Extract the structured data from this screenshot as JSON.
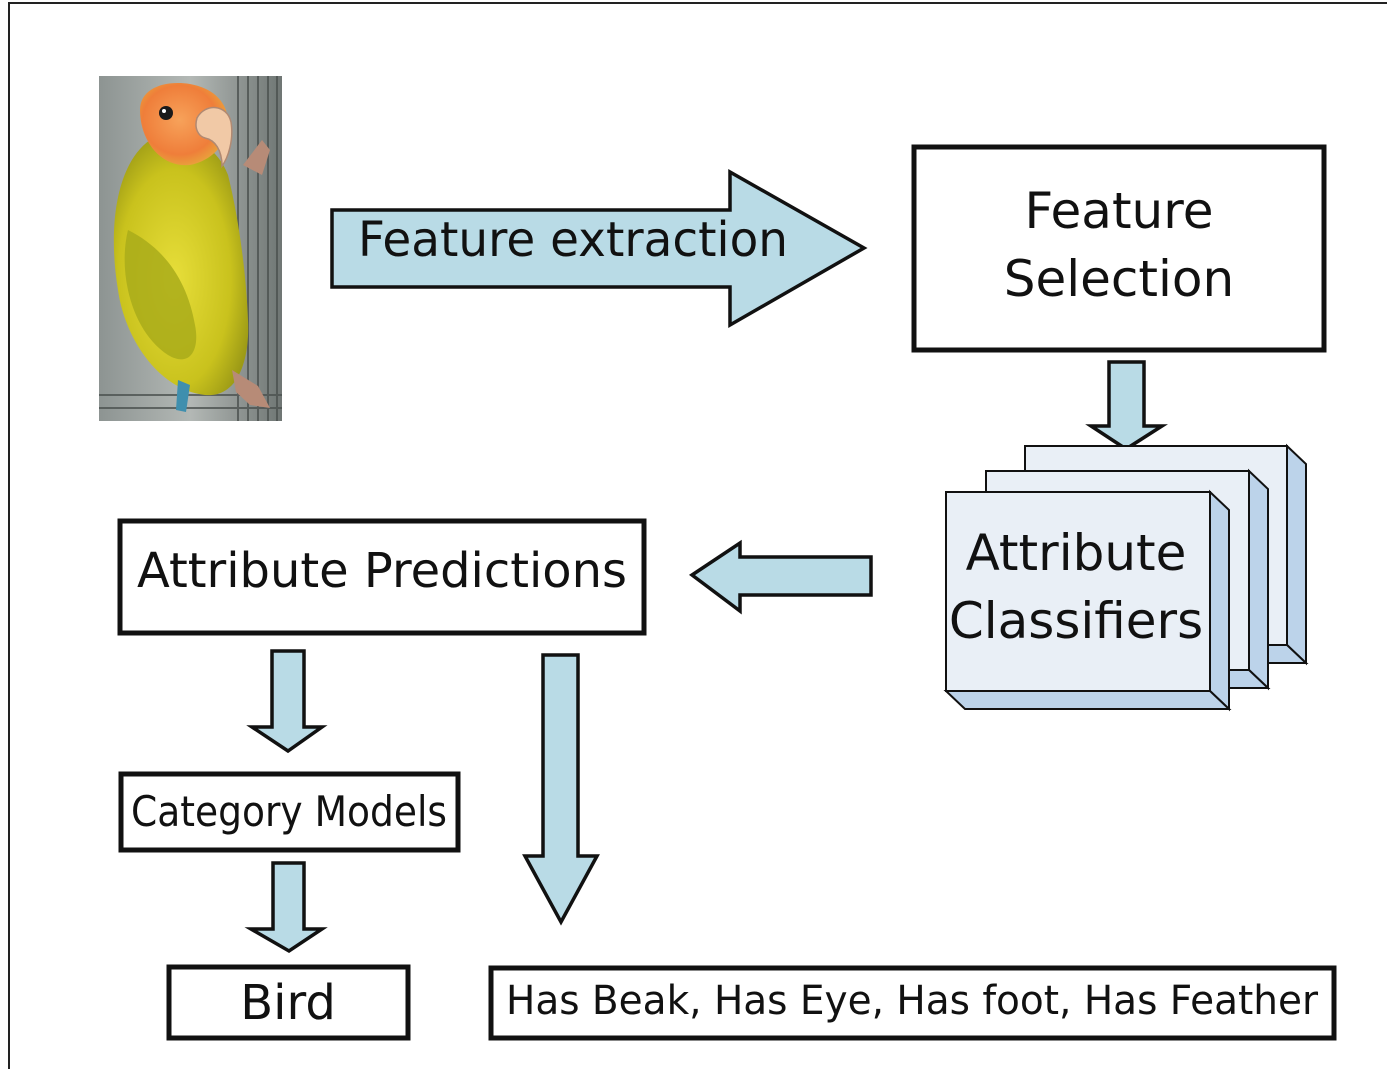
{
  "nodes": {
    "feature_extraction": "Feature extraction",
    "feature_selection_line1": "Feature",
    "feature_selection_line2": "Selection",
    "attribute_classifiers_line1": "Attribute",
    "attribute_classifiers_line2": "Classifiers",
    "attribute_predictions": "Attribute Predictions",
    "category_models": "Category Models",
    "bird": "Bird",
    "attributes_output": "Has Beak, Has Eye, Has foot, Has Feather"
  },
  "colors": {
    "arrow_fill": "#b9dbe6",
    "card_front": "#e9eff6",
    "card_side": "#bcd3ea",
    "stroke": "#111111"
  },
  "icons": {
    "input_image": "parrot-photo"
  }
}
